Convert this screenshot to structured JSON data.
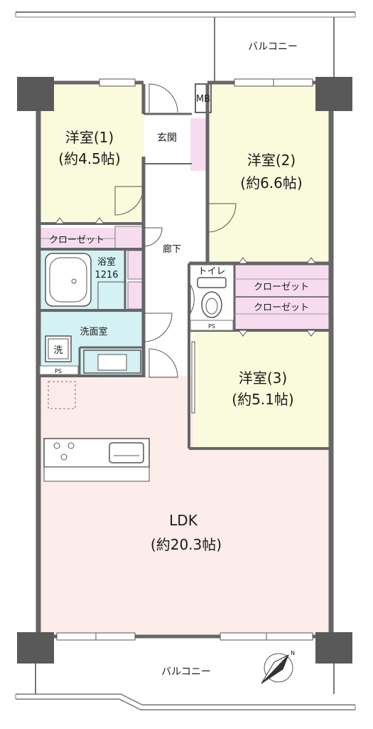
{
  "colors": {
    "wall": "#666666",
    "pillar": "#595959",
    "western_room": "#fafadc",
    "ldk": "#fcecea",
    "wet_area": "#d4f1f4",
    "closet": "#f7dcf0",
    "corridor": "#ffffff",
    "balcony": "#ffffff"
  },
  "rooms": {
    "western1": {
      "name": "洋室(1)",
      "size": "(約4.5帖)"
    },
    "western2": {
      "name": "洋室(2)",
      "size": "(約6.6帖)"
    },
    "western3": {
      "name": "洋室(3)",
      "size": "(約5.1帖)"
    },
    "ldk": {
      "name": "LDK",
      "size": "(約20.3帖)"
    },
    "bath": {
      "name": "浴室",
      "size": "1216"
    },
    "washroom": {
      "name": "洗面室"
    },
    "toilet": {
      "name": "トイレ"
    },
    "entrance": {
      "name": "玄関"
    },
    "corridor": {
      "name": "廊下"
    }
  },
  "labels": {
    "balcony_top": "バルコニー",
    "balcony_bottom": "バルコニー",
    "closet_1": "クローゼット",
    "closet_2a": "クローゼット",
    "closet_2b": "クローゼット",
    "mb": "MB",
    "ps_wash": "PS",
    "ps_toilet": "PS",
    "washer": "洗",
    "compass_n": "N"
  }
}
